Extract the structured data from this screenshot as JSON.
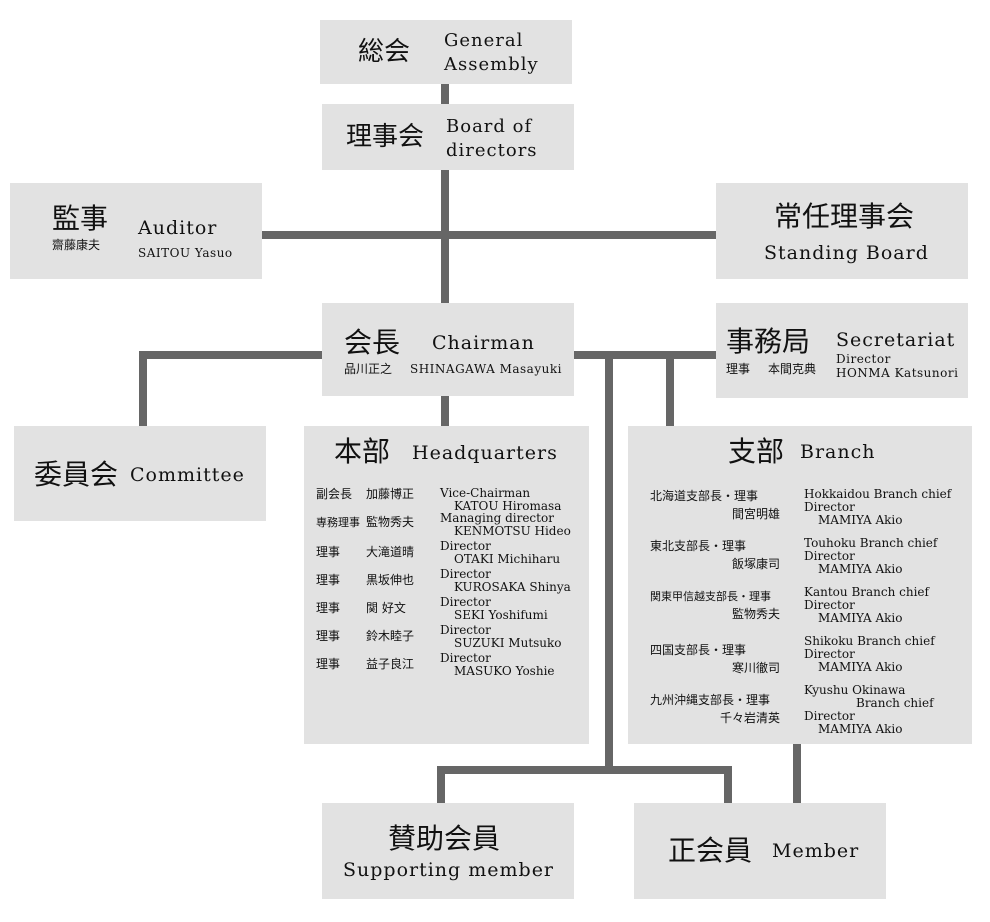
{
  "nodes": {
    "general_assembly": {
      "jp": "総会",
      "en_line1": "General",
      "en_line2": "Assembly"
    },
    "board": {
      "jp": "理事会",
      "en_line1": "Board of",
      "en_line2": "directors"
    },
    "auditor": {
      "jp": "監事",
      "en": "Auditor",
      "person_jp": "齋藤康夫",
      "person_en": "SAITOU Yasuo"
    },
    "standing_board": {
      "jp": "常任理事会",
      "en": "Standing Board"
    },
    "chairman": {
      "jp": "会長",
      "en": "Chairman",
      "person_jp": "品川正之",
      "person_en": "SHINAGAWA Masayuki"
    },
    "secretariat": {
      "jp": "事務局",
      "en": "Secretariat",
      "role_jp": "理事",
      "person_jp": "本間克典",
      "role_en": "Director",
      "person_en": "HONMA Katsunori"
    },
    "committee": {
      "jp": "委員会",
      "en": "Committee"
    },
    "headquarters": {
      "jp": "本部",
      "en": "Headquarters",
      "members": [
        {
          "role_jp": "副会長",
          "name_jp": "加藤博正",
          "role_en": "Vice-Chairman",
          "name_en": "KATOU Hiromasa"
        },
        {
          "role_jp": "専務理事",
          "name_jp": "監物秀夫",
          "role_en": "Managing director",
          "name_en": "KENMOTSU Hideo"
        },
        {
          "role_jp": "理事",
          "name_jp": "大滝道晴",
          "role_en": "Director",
          "name_en": "OTAKI Michiharu"
        },
        {
          "role_jp": "理事",
          "name_jp": "黒坂伸也",
          "role_en": "Director",
          "name_en": "KUROSAKA Shinya"
        },
        {
          "role_jp": "理事",
          "name_jp": "関 好文",
          "role_en": "Director",
          "name_en": "SEKI Yoshifumi"
        },
        {
          "role_jp": "理事",
          "name_jp": "鈴木睦子",
          "role_en": "Director",
          "name_en": "SUZUKI Mutsuko"
        },
        {
          "role_jp": "理事",
          "name_jp": "益子良江",
          "role_en": "Director",
          "name_en": "MASUKO Yoshie"
        }
      ]
    },
    "branch": {
      "jp": "支部",
      "en": "Branch",
      "members": [
        {
          "role_jp": "北海道支部長・理事",
          "name_jp": "間宮明雄",
          "en_1": "Hokkaidou Branch chief",
          "en_2": "Director",
          "en_3": "MAMIYA Akio"
        },
        {
          "role_jp": "東北支部長・理事",
          "name_jp": "飯塚康司",
          "en_1": "Touhoku Branch chief",
          "en_2": "Director",
          "en_3": "MAMIYA Akio"
        },
        {
          "role_jp": "関東甲信越支部長・理事",
          "name_jp": "監物秀夫",
          "en_1": "Kantou Branch chief",
          "en_2": "Director",
          "en_3": "MAMIYA Akio"
        },
        {
          "role_jp": "四国支部長・理事",
          "name_jp": "寒川徹司",
          "en_1": "Shikoku Branch chief",
          "en_2": "Director",
          "en_3": "MAMIYA Akio"
        },
        {
          "role_jp": "九州沖縄支部長・理事",
          "name_jp": "千々岩清英",
          "en_0": "Kyushu Okinawa",
          "en_1": "Branch chief",
          "en_2": "Director",
          "en_3": "MAMIYA Akio"
        }
      ]
    },
    "supporting_member": {
      "jp": "賛助会員",
      "en": "Supporting member"
    },
    "member": {
      "jp": "正会員",
      "en": "Member"
    }
  },
  "colors": {
    "box": "#e2e2e2",
    "connector": "#666666",
    "text": "#111111"
  }
}
